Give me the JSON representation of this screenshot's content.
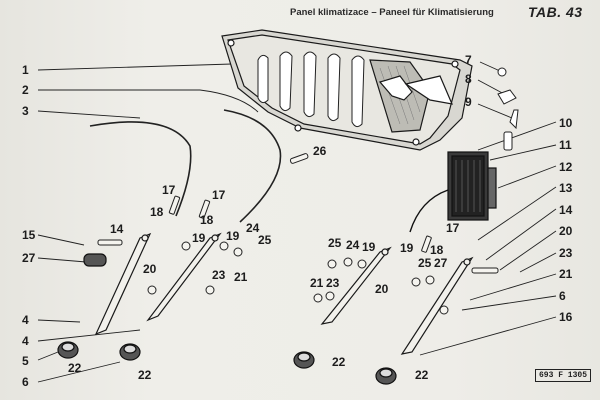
{
  "header": {
    "title": "Panel klimatizace – Paneel für Klimatisierung",
    "tab_label": "TAB. 43"
  },
  "catalog_code": "693 F 1305",
  "labels": {
    "l1": "1",
    "l2": "2",
    "l3": "3",
    "l4a": "4",
    "l4b": "4",
    "l5": "5",
    "l6a": "6",
    "l6b": "6",
    "l7": "7",
    "l8": "8",
    "l9": "9",
    "l10": "10",
    "l11": "11",
    "l12": "12",
    "l13": "13",
    "l14a": "14",
    "l14b": "14",
    "l15": "15",
    "l16": "16",
    "l17a": "17",
    "l17b": "17",
    "l17c": "17",
    "l18a": "18",
    "l18b": "18",
    "l18c": "18",
    "l19a": "19",
    "l19b": "19",
    "l19c": "19",
    "l19d": "19",
    "l20a": "20",
    "l20b": "20",
    "l20c": "20",
    "l21a": "21",
    "l21b": "21",
    "l21c": "21",
    "l22a": "22",
    "l22b": "22",
    "l22c": "22",
    "l22d": "22",
    "l23a": "23",
    "l23b": "23",
    "l23c": "23",
    "l24a": "24",
    "l24b": "24",
    "l25a": "25",
    "l25b": "25",
    "l25c": "25",
    "l26": "26",
    "l27a": "27",
    "l27b": "27"
  }
}
